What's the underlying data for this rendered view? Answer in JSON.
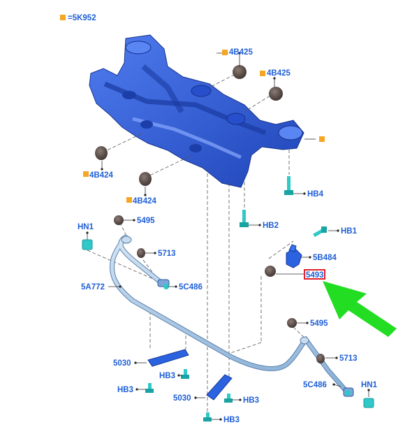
{
  "legend": {
    "text": "=5K952",
    "marker_color": "#f5a623"
  },
  "labels": {
    "bushing_4B425_upper": "4B425",
    "bushing_4B425_right": "4B425",
    "subframe_mount": "",
    "bushing_4B424_left": "4B424",
    "bushing_4B424_lower": "4B424",
    "bolt_HB4": "HB4",
    "bolt_HB2": "HB2",
    "nut_HN1_left": "HN1",
    "bushing_5495_left": "5495",
    "bushing_5713_left": "5713",
    "link_5C486_left": "5C486",
    "stabilizer_bar": "5A772",
    "bolt_HB1": "HB1",
    "bracket_5B484": "5B484",
    "part_5493_highlight": "5493",
    "bushing_5495_right": "5495",
    "bushing_5713_right": "5713",
    "link_5C486_right": "5C486",
    "nut_HN1_right": "HN1",
    "bracket_5030_left": "5030",
    "bolt_HB3_a": "HB3",
    "bolt_HB3_b": "HB3",
    "bracket_5030_center": "5030",
    "bolt_HB3_c": "HB3",
    "bolt_HB3_d": "HB3"
  },
  "colors": {
    "subframe": "#2f5fe0",
    "subframe_dark": "#1b3ea8",
    "bushing": "#6b5a55",
    "hardware": "#30c8c8",
    "bar": "#a9c7e8",
    "bracket": "#2a62e0",
    "highlight_box": "#e0202a",
    "arrow": "#22dd22",
    "label_text": "#1f5fd6"
  }
}
